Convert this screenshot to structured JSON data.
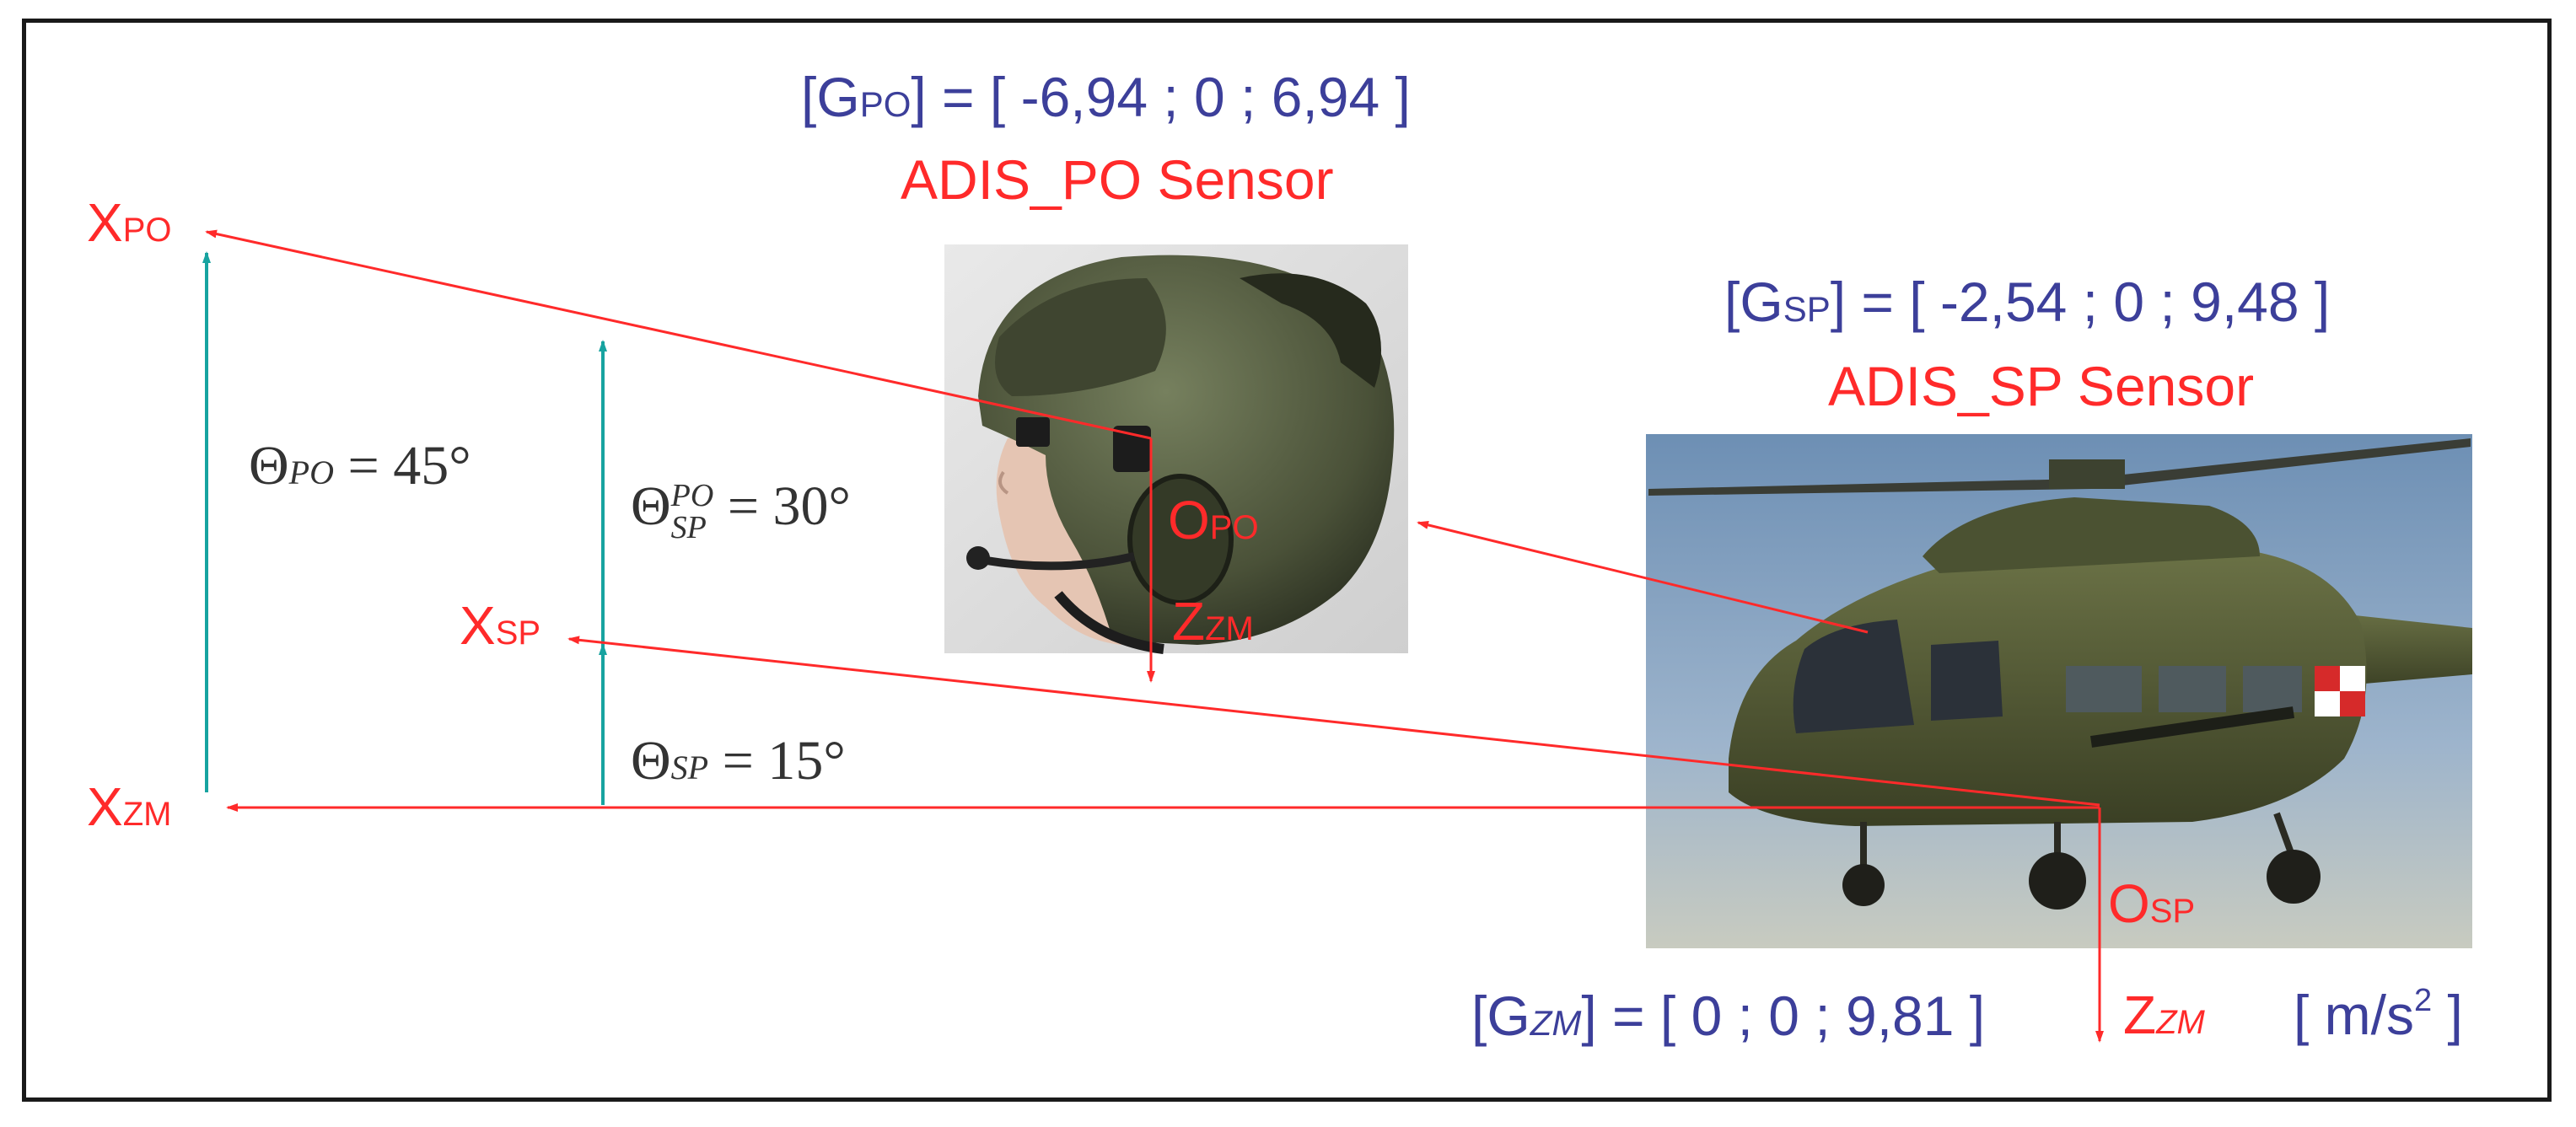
{
  "po_sensor": {
    "g_label": "G",
    "g_sub": "PO",
    "g_values": "] = [ -6,94 ; 0 ; 6,94 ]",
    "name": "ADIS_PO Sensor"
  },
  "sp_sensor": {
    "g_label": "G",
    "g_sub": "SP",
    "g_values": "] = [ -2,54 ; 0 ; 9,48 ]",
    "name": "ADIS_SP Sensor"
  },
  "zm": {
    "g_label": "G",
    "g_sub": "ZM",
    "g_values": "] = [ 0 ; 0 ; 9,81 ]",
    "unit_open": "[ m/s",
    "unit_sup": "2",
    "unit_close": " ]"
  },
  "axes": {
    "x_po": {
      "main": "X",
      "sub": "PO"
    },
    "x_sp": {
      "main": "X",
      "sub": "SP"
    },
    "x_zm": {
      "main": "X",
      "sub": "ZM"
    },
    "o_po": {
      "main": "O",
      "sub": "PO"
    },
    "z_zm_po": {
      "main": "Z",
      "sub": "ZM"
    },
    "o_sp": {
      "main": "O",
      "sub": "SP"
    },
    "z_zm_sp": {
      "main": "Z",
      "sub": "ZM"
    }
  },
  "angles": {
    "theta_po": {
      "symbol": "Θ",
      "sub": "PO",
      "value": " = 45°"
    },
    "theta_sp_po": {
      "symbol": "Θ",
      "sup": "PO",
      "sub": "SP",
      "value": " = 30°"
    },
    "theta_sp": {
      "symbol": "Θ",
      "sub": "SP",
      "value": " = 15°"
    }
  },
  "colors": {
    "frame": "#1a1a1a",
    "red": "#ff2a2a",
    "blue": "#3c3f9a",
    "teal": "#17a3a0"
  },
  "images": {
    "helmet": "pilot-helmet-photo",
    "helicopter": "military-helicopter-photo"
  }
}
